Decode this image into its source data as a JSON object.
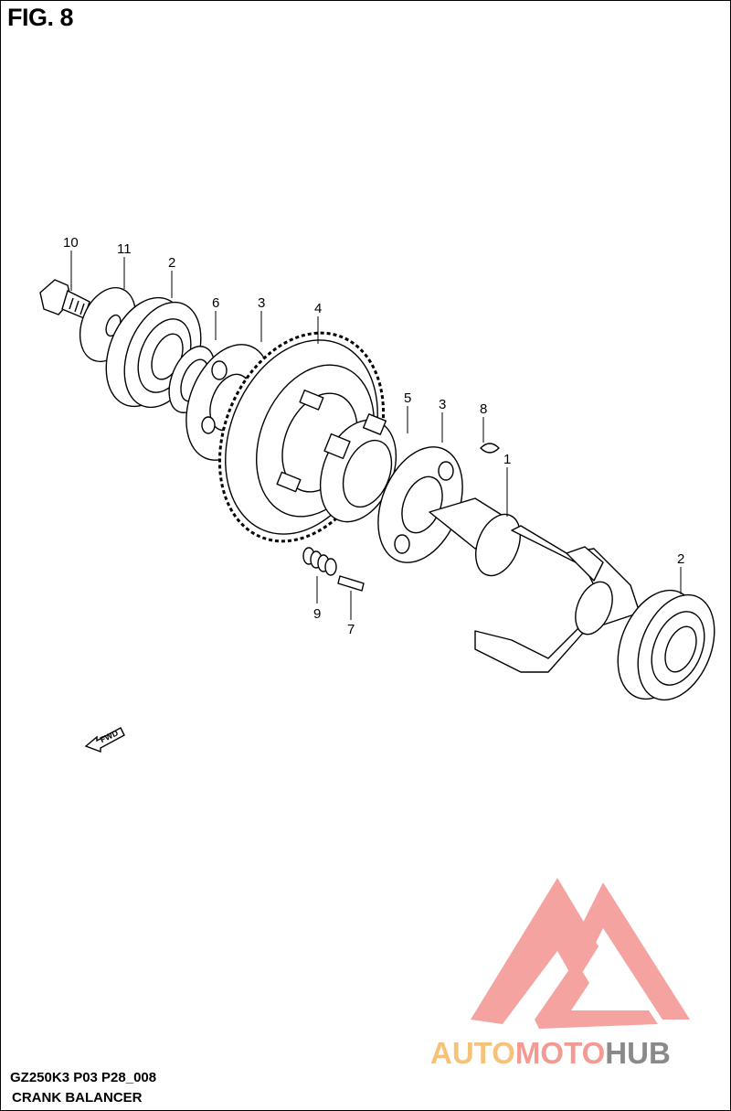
{
  "figure": {
    "label": "FIG. 8"
  },
  "callouts": [
    {
      "id": "10",
      "text": "10"
    },
    {
      "id": "11",
      "text": "11"
    },
    {
      "id": "2a",
      "text": "2"
    },
    {
      "id": "6",
      "text": "6"
    },
    {
      "id": "3a",
      "text": "3"
    },
    {
      "id": "4",
      "text": "4"
    },
    {
      "id": "5",
      "text": "5"
    },
    {
      "id": "3b",
      "text": "3"
    },
    {
      "id": "8",
      "text": "8"
    },
    {
      "id": "1",
      "text": "1"
    },
    {
      "id": "2b",
      "text": "2"
    },
    {
      "id": "9",
      "text": "9"
    },
    {
      "id": "7",
      "text": "7"
    }
  ],
  "direction_badge": {
    "text": "FWD",
    "icon": "forward-arrow-icon"
  },
  "footer": {
    "model_code": "GZ250K3 P03 P28_008",
    "caption": "CRANK BALANCER"
  },
  "watermark": {
    "brand_part1": "AUTO",
    "brand_part2": "MOTO",
    "brand_part3": "HUB",
    "colors": {
      "part1": "#f6c27a",
      "part2": "#f39a95",
      "part3": "#8a8a8a",
      "logo": "#f5a3a0"
    }
  }
}
